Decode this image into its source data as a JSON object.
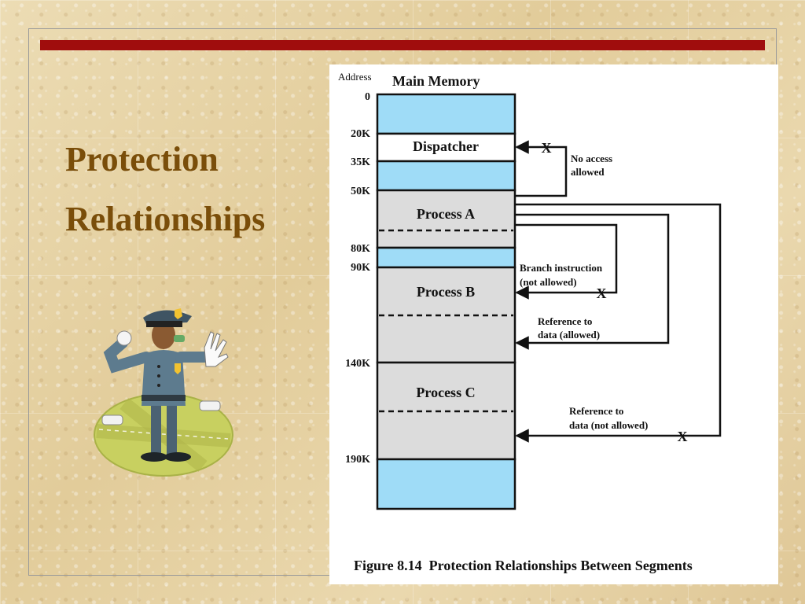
{
  "slide": {
    "title_line1": "Protection",
    "title_line2": "Relationships"
  },
  "figure": {
    "address_label": "Address",
    "memory_label": "Main Memory",
    "addresses": [
      "0",
      "20K",
      "35K",
      "50K",
      "80K",
      "90K",
      "140K",
      "190K"
    ],
    "segments": {
      "dispatcher": "Dispatcher",
      "process_a": "Process A",
      "process_b": "Process B",
      "process_c": "Process C"
    },
    "annotations": {
      "no_access_1": "No access",
      "no_access_2": "allowed",
      "branch_1": "Branch instruction",
      "branch_2": "(not allowed)",
      "ref_allowed_1": "Reference to",
      "ref_allowed_2": "data (allowed)",
      "ref_not_allowed_1": "Reference to",
      "ref_not_allowed_2": "data (not allowed)",
      "x_mark": "X"
    },
    "caption": "Figure 8.14  Protection Relationships Between Segments"
  },
  "colors": {
    "title_bar": "#a00d0d",
    "title_text": "#7a4e0a",
    "free_memory": "#9fdcf7",
    "process_fill": "#dcdcdc"
  }
}
